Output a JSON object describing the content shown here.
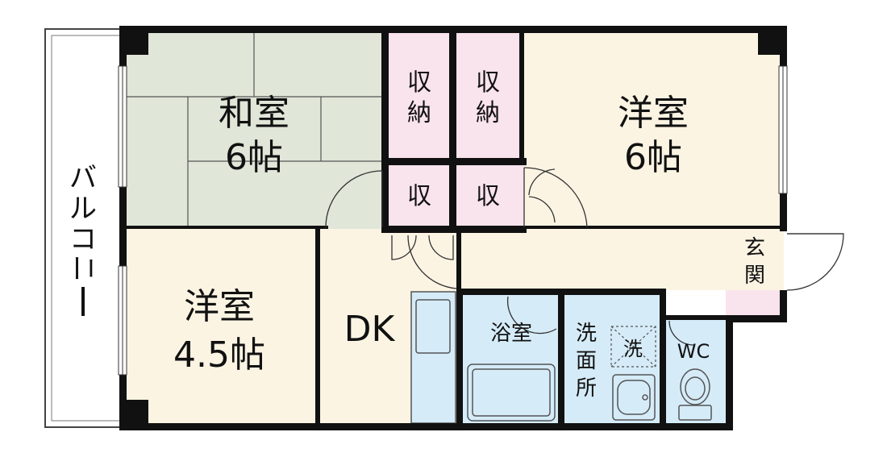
{
  "rooms": {
    "washitsu_name": "和室",
    "washitsu_size": "6帖",
    "yoshitsu_ne_name": "洋室",
    "yoshitsu_ne_size": "6帖",
    "yoshitsu_sw_name": "洋室",
    "yoshitsu_sw_size": "4.5帖",
    "dk": "DK",
    "bath": "浴室",
    "washroom_1": "洗",
    "washroom_2": "面",
    "washroom_3": "所",
    "washer": "洗",
    "wc": "WC",
    "entrance_1": "玄",
    "entrance_2": "関"
  },
  "storage": {
    "closet_a_1": "収",
    "closet_a_2": "納",
    "closet_b_1": "収",
    "closet_b_2": "納",
    "small_a": "収",
    "small_b": "収"
  },
  "balcony": {
    "c1": "バ",
    "c2": "ル",
    "c3": "コ",
    "c4": "ニ",
    "c5": "ー"
  },
  "colors": {
    "wall": "#111111",
    "washitsu_fill": "#e0e6d8",
    "yoshitsu_fill": "#fcf4e3",
    "storage_fill": "#f9e3ec",
    "wet_fill": "#d5ebf8",
    "entrance_fill": "#f9e3ec"
  }
}
